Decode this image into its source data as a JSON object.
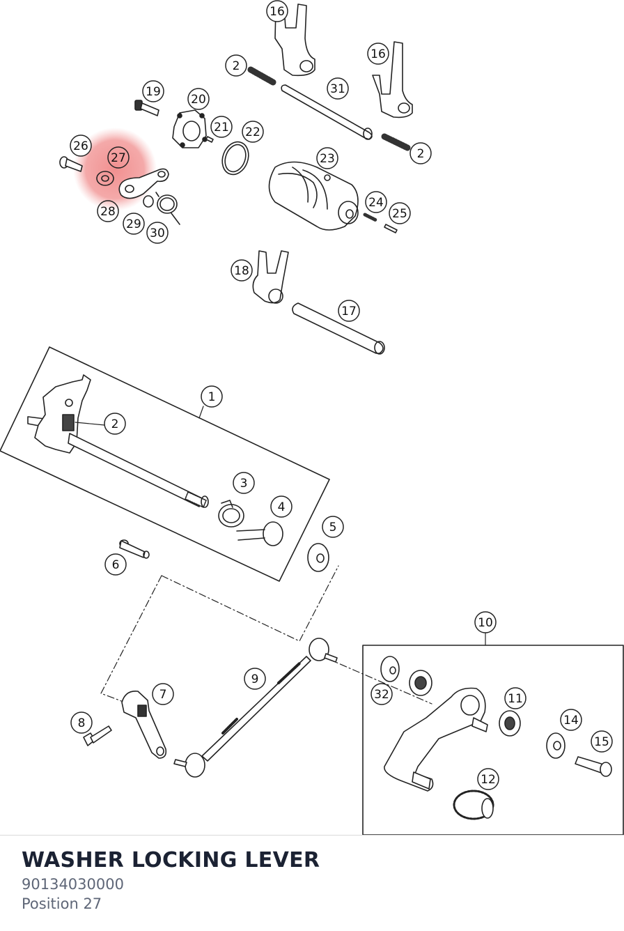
{
  "part": {
    "name": "WASHER LOCKING LEVER",
    "number": "90134030000",
    "position_text": "Position 27",
    "highlighted_position": "27"
  },
  "colors": {
    "highlight": "#f08a8a",
    "line": "#222222",
    "title": "#1b2233",
    "subtitle": "#5e6677"
  },
  "callouts": [
    {
      "id": "16a",
      "label": "16"
    },
    {
      "id": "16b",
      "label": "16"
    },
    {
      "id": "2a",
      "label": "2"
    },
    {
      "id": "31",
      "label": "31"
    },
    {
      "id": "2b",
      "label": "2"
    },
    {
      "id": "19",
      "label": "19"
    },
    {
      "id": "20",
      "label": "20"
    },
    {
      "id": "21",
      "label": "21"
    },
    {
      "id": "22",
      "label": "22"
    },
    {
      "id": "26",
      "label": "26"
    },
    {
      "id": "27",
      "label": "27"
    },
    {
      "id": "23",
      "label": "23"
    },
    {
      "id": "28",
      "label": "28"
    },
    {
      "id": "29",
      "label": "29"
    },
    {
      "id": "30",
      "label": "30"
    },
    {
      "id": "24",
      "label": "24"
    },
    {
      "id": "25",
      "label": "25"
    },
    {
      "id": "18",
      "label": "18"
    },
    {
      "id": "17",
      "label": "17"
    },
    {
      "id": "1",
      "label": "1"
    },
    {
      "id": "2c",
      "label": "2"
    },
    {
      "id": "3",
      "label": "3"
    },
    {
      "id": "4",
      "label": "4"
    },
    {
      "id": "5",
      "label": "5"
    },
    {
      "id": "6",
      "label": "6"
    },
    {
      "id": "10",
      "label": "10"
    },
    {
      "id": "9",
      "label": "9"
    },
    {
      "id": "7",
      "label": "7"
    },
    {
      "id": "32",
      "label": "32"
    },
    {
      "id": "11",
      "label": "11"
    },
    {
      "id": "14",
      "label": "14"
    },
    {
      "id": "8",
      "label": "8"
    },
    {
      "id": "15",
      "label": "15"
    },
    {
      "id": "12",
      "label": "12"
    }
  ]
}
